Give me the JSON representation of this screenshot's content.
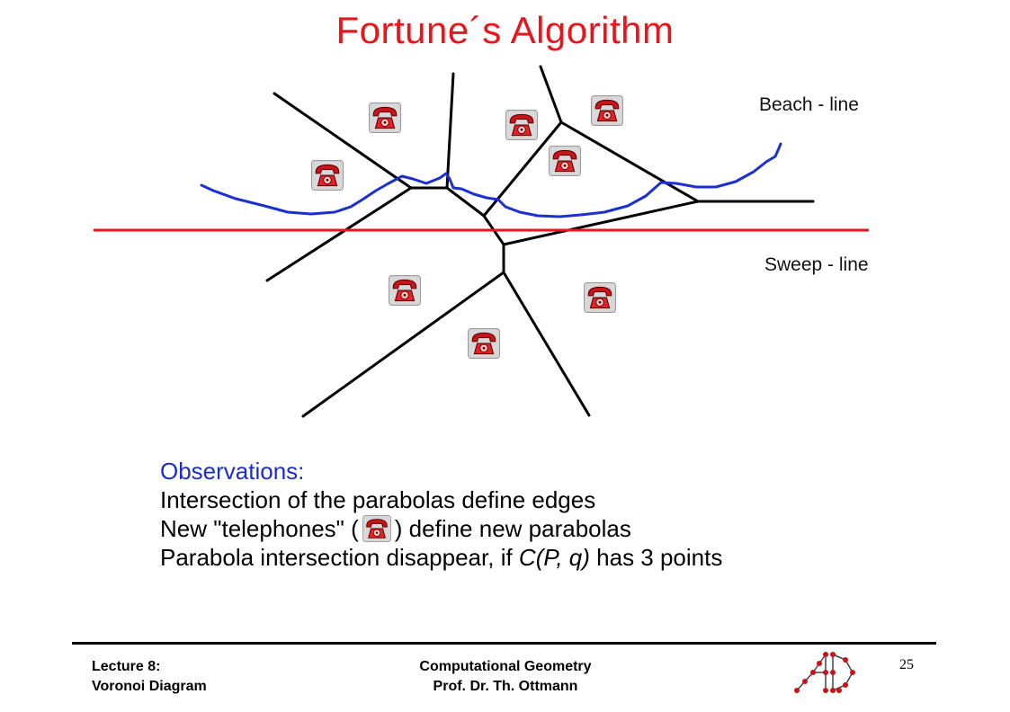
{
  "title": "Fortune´s Algorithm",
  "diagram": {
    "beach_line_label": "Beach - line",
    "sweep_line_label": "Sweep - line",
    "site_icon": "telephone-icon",
    "colors": {
      "beach_line": "#1c2fd0",
      "sweep_line": "#e8161c",
      "edges": "#000000",
      "title": "#e8161c"
    }
  },
  "observations": {
    "heading": "Observations:",
    "line1": "Intersection of the parabolas define edges",
    "line2_before": "New \"telephones\" (",
    "line2_after": ") define new parabolas",
    "line3_a": "Parabola intersection disappear, if ",
    "line3_em": "C(P, q)",
    "line3_b": " has 3 points"
  },
  "footer": {
    "lecture": "Lecture 8:",
    "topic": "Voronoi Diagram",
    "course": "Computational Geometry",
    "professor": "Prof. Dr. Th. Ottmann",
    "page": "25"
  }
}
